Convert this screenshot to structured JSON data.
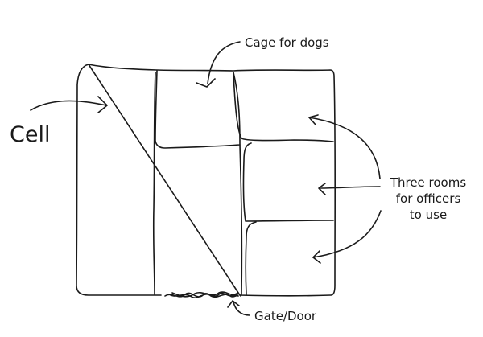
{
  "labels": {
    "cell": "Cell",
    "cage": "Cage for dogs",
    "rooms_line1": "Three rooms",
    "rooms_line2": "for officers",
    "rooms_line3": "to use",
    "gate": "Gate/Door"
  },
  "colors": {
    "ink": "#1a1a1a",
    "background": "#ffffff"
  }
}
